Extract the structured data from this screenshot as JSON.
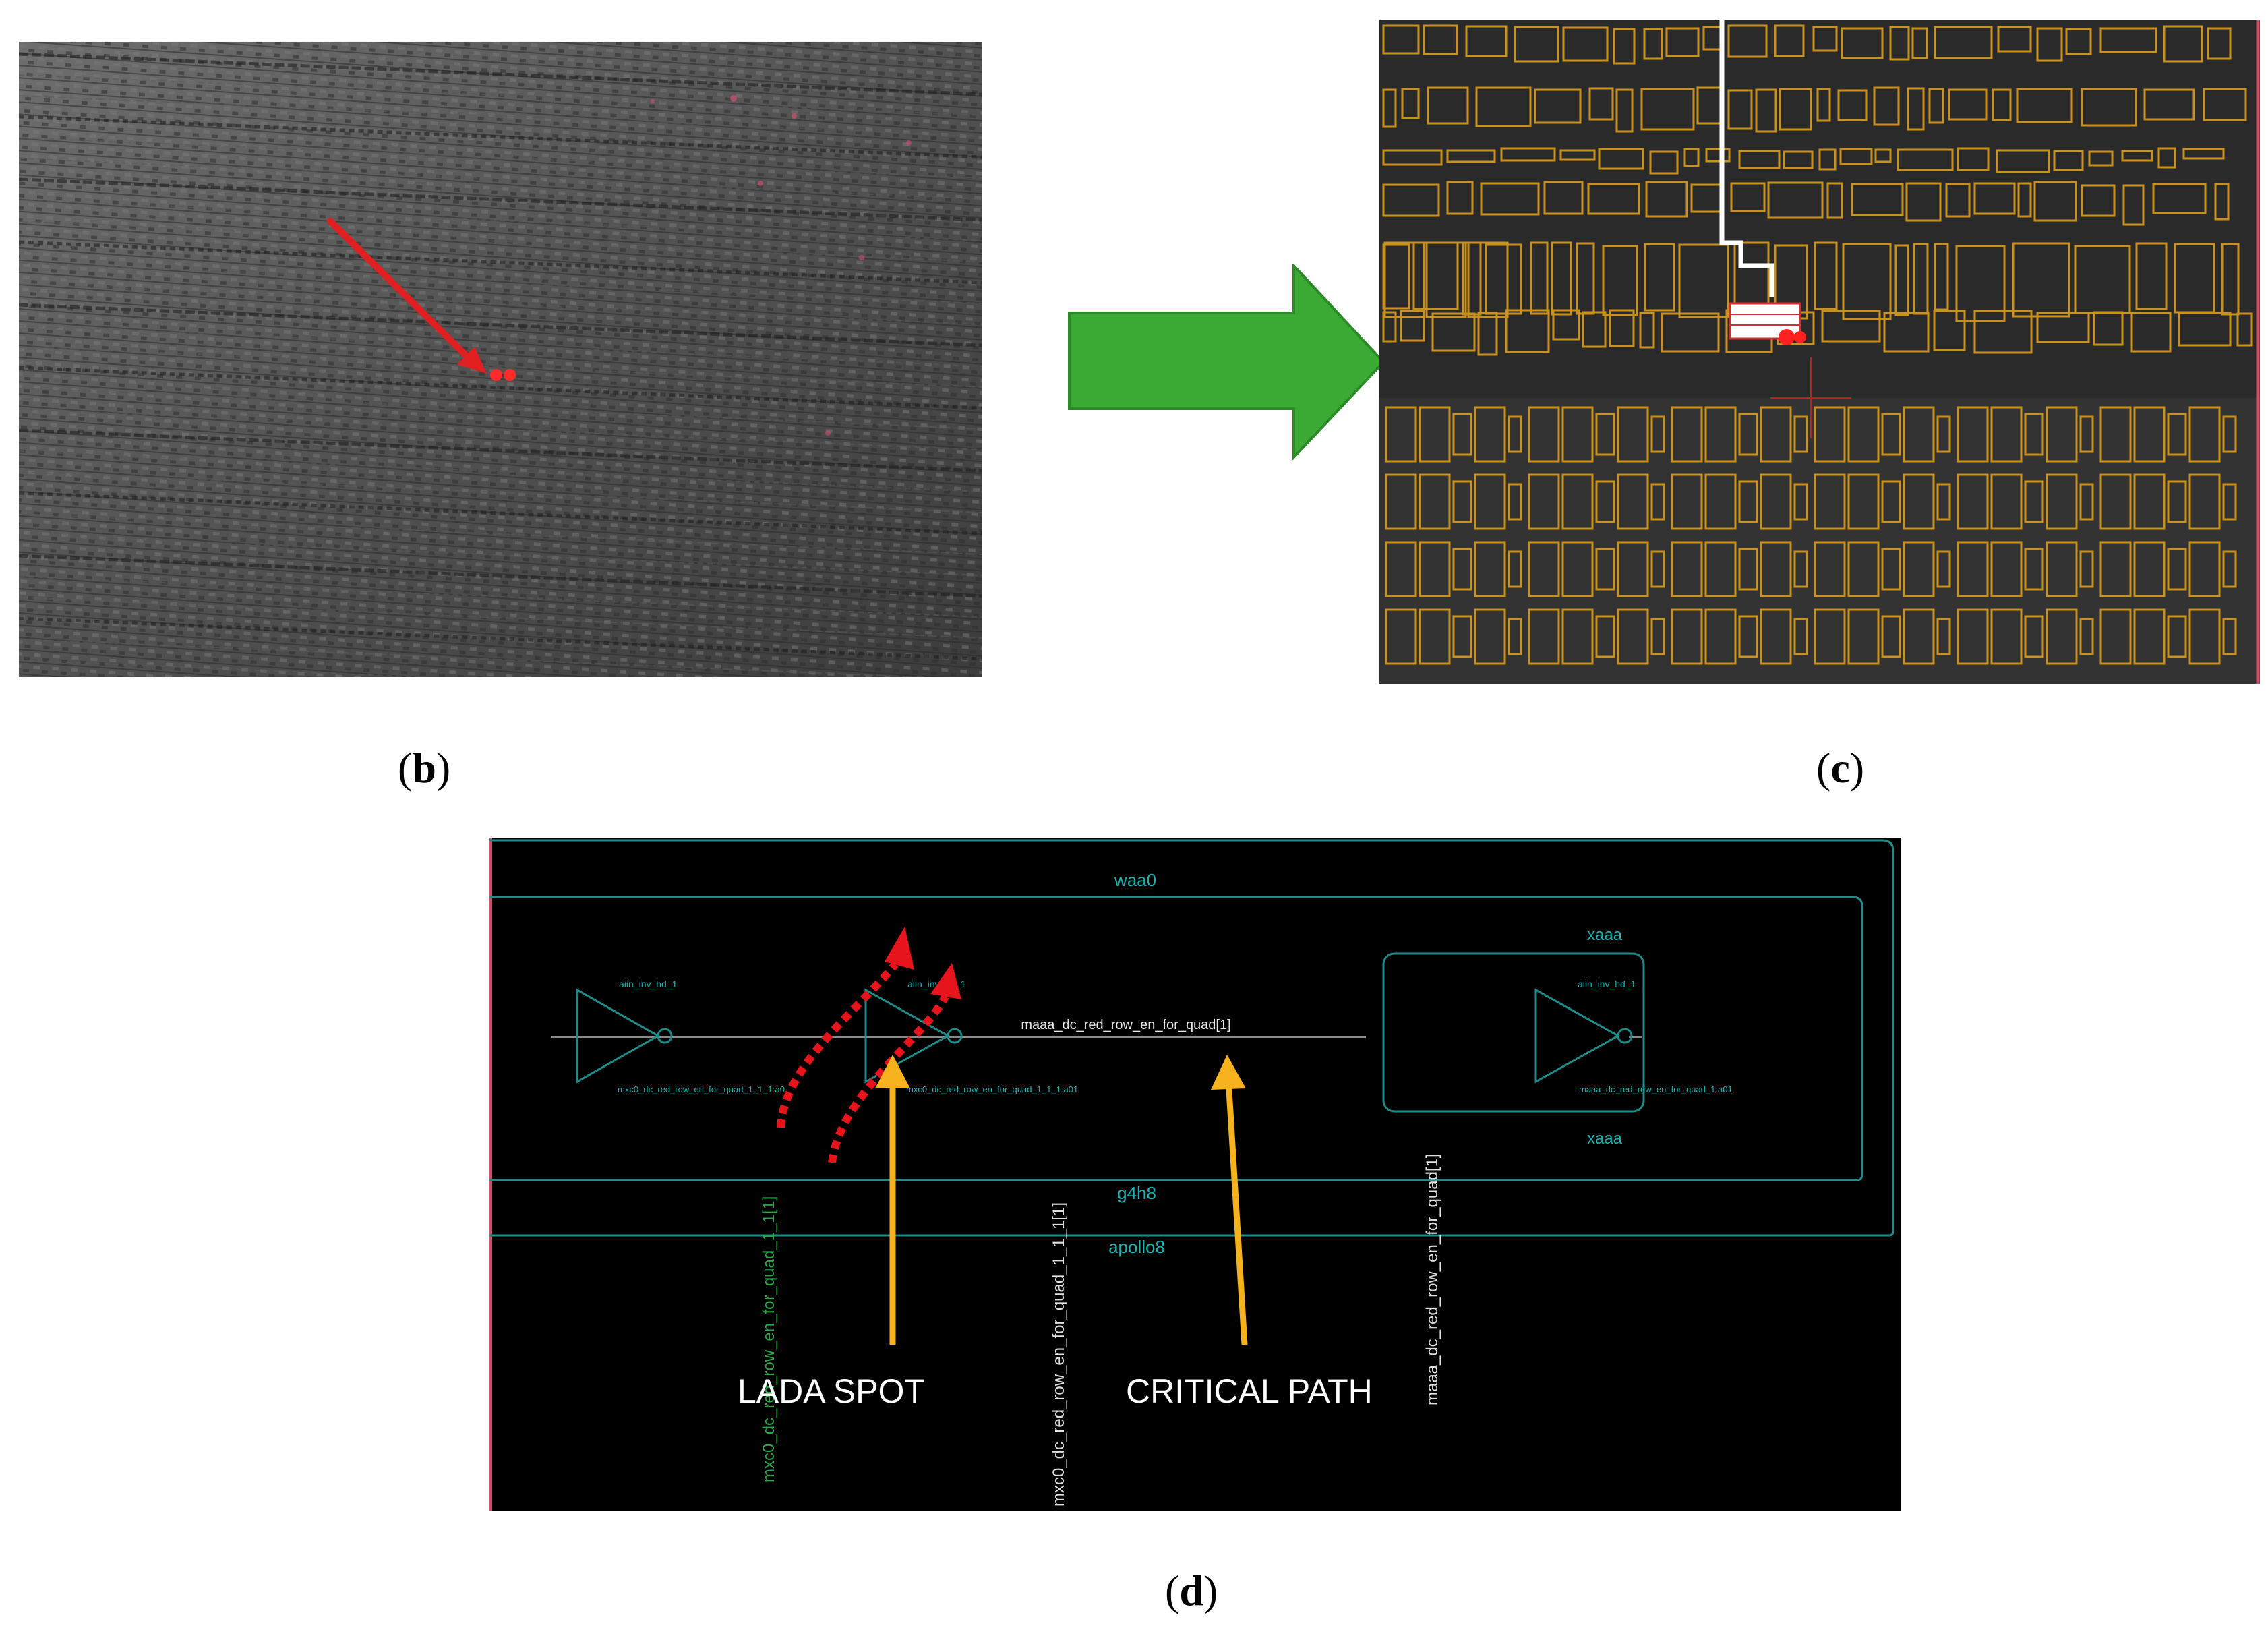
{
  "captions": {
    "b": "b",
    "c": "c",
    "d": "d"
  },
  "schematic": {
    "block_waa0": "waa0",
    "block_xaaa_top": "xaaa",
    "block_xaaa_bottom": "xaaa",
    "block_g4h8": "g4h8",
    "block_apollo8": "apollo8",
    "inv1_label": "aiin_inv_hd_1",
    "inv2_label": "aiin_inv_hd_1",
    "inv3_label": "aiin_inv_hd_1",
    "inv1_out_label": "mxc0_dc_red_row_en_for_quad_1_1_1:a0",
    "inv2_out_label": "mxc0_dc_red_row_en_for_quad_1_1_1:a01",
    "inv3_out_label": "maaa_dc_red_row_en_for_quad_1:a01",
    "net_top_label": "maaa_dc_red_row_en_for_quad[1]",
    "vnet_green": "mxc0_dc_red_row_en_for_quad_1_1[1]",
    "vnet_white_mid": "mxc0_dc_red_row_en_for_quad_1_1_1[1]",
    "vnet_white_right": "maaa_dc_red_row_en_for_quad[1]",
    "annotation_lada": "LADA SPOT",
    "annotation_critical": "CRITICAL PATH"
  },
  "colors": {
    "schematic_bg": "#000000",
    "block_outline": "#1f8c8a",
    "block_text": "#19b3b0",
    "layout_outline": "#c9921e",
    "annotation_arrow": "#f5b21c",
    "lada_red": "#e8141c",
    "transition_arrow": "#3aaa35",
    "thermal_marker": "#e02020"
  },
  "icons": {
    "transition": "green-right-arrow-icon",
    "thermal_pointer": "red-pointer-arrow-icon"
  }
}
